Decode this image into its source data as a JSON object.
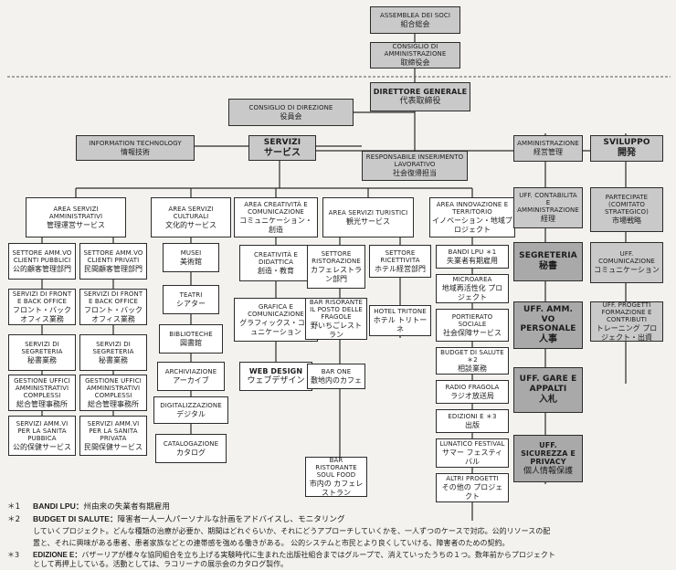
{
  "top": {
    "assemblea": {
      "en": "ASSEMBLEA DEI SOCI",
      "jp": "組合総会"
    },
    "consiglio_amm": {
      "en": "CONSIGLIO DI AMMINISTRAZIONE",
      "jp": "取締役会"
    },
    "direttore": {
      "en": "DIRETTORE GENERALE",
      "jp": "代表取締役"
    },
    "consiglio_dir": {
      "en": "CONSIGLIO DI DIREZIONE",
      "jp": "役員会"
    }
  },
  "level2": {
    "it": {
      "en": "INFORMATION TECHNOLOGY",
      "jp": "情報技術"
    },
    "servizi": {
      "en": "SERVIZI",
      "jp": "サービス"
    },
    "responsabile": {
      "en": "RESPONSABILE INSERIMENTO LAVORATIVO",
      "jp": "社会復帰担当"
    },
    "amministrazione": {
      "en": "AMMINISTRAZIONE",
      "jp": "経営管理"
    },
    "sviluppo": {
      "en": "SVILUPPO",
      "jp": "開発"
    }
  },
  "areas": {
    "amm": {
      "en": "AREA SERVIZI AMMINISTRATIVI",
      "jp": "管理運営サービス"
    },
    "cult": {
      "en": "AREA SERVIZI CULTURALI",
      "jp": "文化的サービス"
    },
    "creat": {
      "en": "AREA CREATIVITÀ E COMUNICAZIONE",
      "jp": "コミュニケーション・創造"
    },
    "tur": {
      "en": "AREA SERVIZI TURISTICI",
      "jp": "観光サービス"
    },
    "innov": {
      "en": "AREA INNOVAZIONE E TERRITORIO",
      "jp": "イノベーション・地域プロジェクト"
    }
  },
  "amm_left": [
    {
      "en": "SETTORE AMM.VO CLIENTI PUBBLICI",
      "jp": "公的顧客管理部門"
    },
    {
      "en": "SERVIZI DI FRONT E BACK OFFICE",
      "jp": "フロント・バック オフィス業務"
    },
    {
      "en": "SERVIZI DI SEGRETERIA",
      "jp": "秘書業務"
    },
    {
      "en": "GESTIONE UFFICI AMMINISTRATIVI COMPLESSI",
      "jp": "総合管理事務所"
    },
    {
      "en": "SERVIZI AMM.VI PER LA SANITA PUBBICA",
      "jp": "公的保健サービス"
    }
  ],
  "amm_right": [
    {
      "en": "SETTORE AMM.VO CLIENTI PRIVATI",
      "jp": "民間顧客管理部門"
    },
    {
      "en": "SERVIZI DI FRONT E BACK OFFICE",
      "jp": "フロント・バック オフィス業務"
    },
    {
      "en": "SERVIZI DI SEGRETERIA",
      "jp": "秘書業務"
    },
    {
      "en": "GESTIONE UFFICI AMMINISTRATIVI COMPLESSI",
      "jp": "総合管理事務所"
    },
    {
      "en": "SERVIZI AMM.VI PER LA SANITA PRIVATA",
      "jp": "民間保健サービス"
    }
  ],
  "cult_items": [
    {
      "en": "MUSEI",
      "jp": "美術館"
    },
    {
      "en": "TEATRI",
      "jp": "シアター"
    },
    {
      "en": "BIBLIOTECHE",
      "jp": "図書館"
    },
    {
      "en": "ARCHIVIAZIONE",
      "jp": "アーカイブ"
    },
    {
      "en": "DIGITALIZZAZIONE",
      "jp": "デジタル"
    },
    {
      "en": "CATALOGAZIONE",
      "jp": "カタログ"
    }
  ],
  "creat_items": [
    {
      "en": "CREATIVITÀ E DIDATTICA",
      "jp": "創造・教育"
    },
    {
      "en": "GRAFICA E COMUNICAZIONE",
      "jp": "グラフィックス・コミュニケーション"
    },
    {
      "en": "WEB DESIGN",
      "jp": "ウェブデザイン"
    }
  ],
  "tur_left": [
    {
      "en": "SETTORE RISTORAZIONE",
      "jp": "カフェレストラン部門"
    },
    {
      "en": "BAR RISORANTE IL POSTO DELLE FRAGOLE",
      "jp": "野いちごレストラン"
    },
    {
      "en": "BAR ONE",
      "jp": "敷地内のカフェ"
    },
    {
      "en": "BAR RISTORANTE SOUL FOOD",
      "jp": "市内の カフェレストラン"
    }
  ],
  "tur_right": [
    {
      "en": "SETTORE RICETTIVITA",
      "jp": "ホテル経営部門"
    },
    {
      "en": "HOTEL TRITONE",
      "jp": "ホテル トリトーネ"
    }
  ],
  "innov_items": [
    {
      "en": "BANDI LPU ＊1",
      "jp": "失業者有期雇用"
    },
    {
      "en": "MICROAREA",
      "jp": "地域再活性化 プロジェクト"
    },
    {
      "en": "PORTIERATO SOCIALE",
      "jp": "社会保障サービス"
    },
    {
      "en": "BUDGET DI SALUTE ＊2",
      "jp": "相談業務"
    },
    {
      "en": "RADIO FRAGOLA",
      "jp": "ラジオ放送局"
    },
    {
      "en": "EDIZIONI E ＊3",
      "jp": "出版"
    },
    {
      "en": "LUNATICO FESTIVAL",
      "jp": "サマー フェスティバル"
    },
    {
      "en": "ALTRI PROGETTI",
      "jp": "その他の プロジェクト"
    }
  ],
  "amm_col": [
    {
      "en": "UFF. CONTABILITA E AMMINISTRAZIONE",
      "jp": "経理"
    },
    {
      "en": "SEGRETERIA",
      "jp": "秘書"
    },
    {
      "en": "UFF. AMM. VO PERSONALE",
      "jp": "人事"
    },
    {
      "en": "UFF. GARE E APPALTI",
      "jp": "入札"
    },
    {
      "en": "UFF. SICUREZZA E PRIVACY",
      "jp": "個人情報保護"
    }
  ],
  "svil_col": [
    {
      "en": "PARTECIPATE (COMITATO STRATEGICO)",
      "jp": "市場戦略"
    },
    {
      "en": "UFF. COMUNICAZIONE",
      "jp": "コミュニケーション"
    },
    {
      "en": "UFF. PROGETTI FORMAZIONE E CONTRIBUTI",
      "jp": "トレーニング プロジェクト・出資"
    }
  ],
  "footnotes": [
    {
      "mark": "＊1",
      "head": "BANDI LPU：",
      "text": "州由来の失業者有期雇用"
    },
    {
      "mark": "＊2",
      "head": "BUDGET DI SALUTE：",
      "text": "障害者一人一人パーソナルな計画をアドバイスし、モニタリング"
    },
    {
      "mark": "",
      "head": "",
      "text": "していくプロジェクト。どんな種類の治療が必要か、期間はどれぐらいか、それにどうアプローチしていくかを、一人ずつのケースで対応。公的リソースの配"
    },
    {
      "mark": "",
      "head": "",
      "text": "置と、それに興味がある患者、患者家族などとの連帯感を強める働きがある。 公的システムと市民とより良くしていける、障害者のための契約。"
    },
    {
      "mark": "＊3",
      "head": "EDIZIONE E：",
      "text": "バザーリアが様々な協同組合を立ち上げる実験時代に生まれた出版社組合まではグループで、消えていったうちの１つ。数年前からプロジェクト"
    },
    {
      "mark": "",
      "head": "",
      "text": "として再押上している。活動としては、ラコリーナの展示会のカタログ製作。"
    }
  ]
}
